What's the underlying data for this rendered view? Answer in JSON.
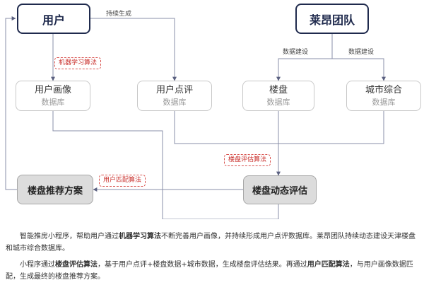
{
  "nodes": {
    "user": {
      "title": "用户"
    },
    "team": {
      "title": "莱昂团队"
    },
    "user_profile": {
      "title": "用户画像",
      "subtitle": "数据库"
    },
    "user_review": {
      "title": "用户点评",
      "subtitle": "数据库"
    },
    "property": {
      "title": "楼盘",
      "subtitle": "数据库"
    },
    "city": {
      "title": "城市综合",
      "subtitle": "数据库"
    },
    "recommend": {
      "title": "楼盘推荐方案"
    },
    "evaluate": {
      "title": "楼盘动态评估"
    }
  },
  "edge_labels": {
    "continuous": "持续生成",
    "build1": "数据建设",
    "build2": "数据建设"
  },
  "algorithms": {
    "ml": "机器学习算法",
    "eval": "楼盘评估算法",
    "match": "用户匹配算法"
  },
  "caption": {
    "p1": {
      "a": "智能推房小程序，帮助用户通过",
      "b": "机器学习算法",
      "c": "不断完善用户画像，并持续形成用户点评数据库。莱昂团队持续动态建设天津楼盘和城市综合数据库。"
    },
    "p2": {
      "a": "小程序通过",
      "b": "楼盘评估算法",
      "c": "，基于用户点评+楼盘数据+城市数据，生成楼盘评估结果。再通过",
      "d": "用户匹配算法",
      "e": "，与用户画像数据匹配，生成最终的楼盘推荐方案。"
    }
  },
  "colors": {
    "dark_border": "#1f2a4d",
    "line": "#8a8fa8",
    "algo_red": "#c9302c",
    "gray_fill": "#dcdcdc"
  }
}
